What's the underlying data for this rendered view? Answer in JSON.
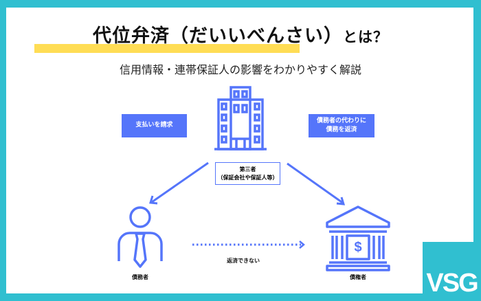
{
  "title": {
    "main": "代位弁済（だいいべんさい）",
    "suffix": "とは？"
  },
  "subtitle": "信用情報・連帯保証人の影響をわかりやすく解説",
  "diagram": {
    "left_box": "支払いを請求",
    "right_box_line1": "債務者の代わりに",
    "right_box_line2": "債務を返済",
    "third_party_line1": "第三者",
    "third_party_line2": "（保証会社や保証人等）",
    "debtor": "債務者",
    "creditor": "債権者",
    "cannot_repay": "返済できない"
  },
  "logo": "VSG",
  "colors": {
    "accent": "#5575fa",
    "frame": "#30bfd0",
    "highlight": "#ffdd55"
  }
}
